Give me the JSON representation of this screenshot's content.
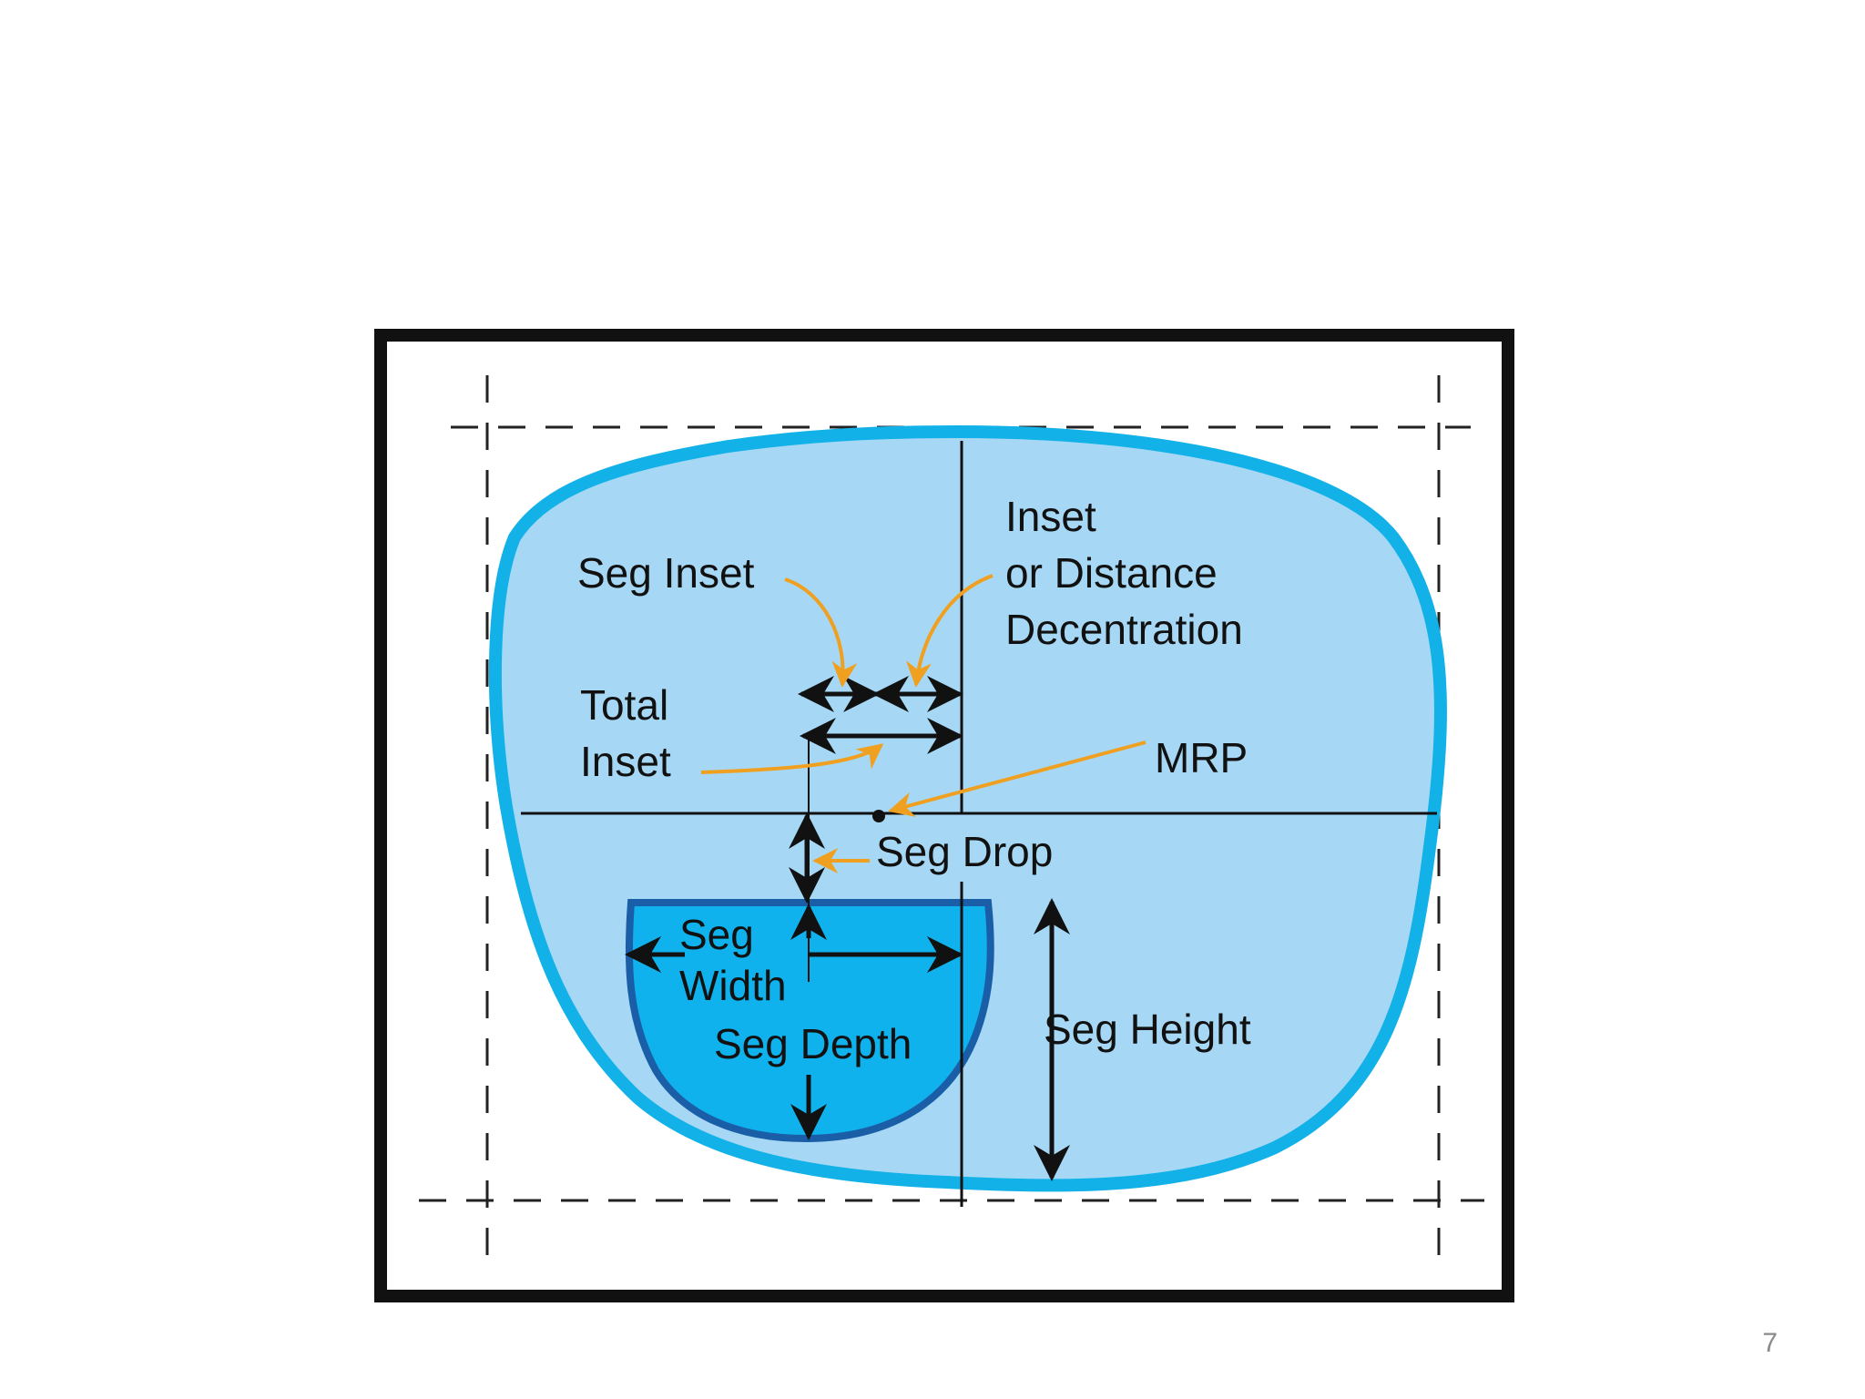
{
  "diagram": {
    "labels": {
      "inset_line1": "Inset",
      "inset_line2": "or Distance",
      "inset_line3": "Decentration",
      "seg_inset": "Seg Inset",
      "total_inset_line1": "Total",
      "total_inset_line2": "Inset",
      "mrp": "MRP",
      "seg_drop": "Seg Drop",
      "seg_width_line1": "Seg",
      "seg_width_line2": "Width",
      "seg_depth": "Seg Depth",
      "seg_height": "Seg Height"
    },
    "colors": {
      "lens_fill": "#a6d8f5",
      "lens_outline": "#12b1e8",
      "segment_fill": "#0fb2ec",
      "segment_outline": "#1a5ea8",
      "callout_arrow": "#f0a020",
      "dimension_arrow": "#111111",
      "frame_border": "#111111"
    }
  },
  "page_number": "7"
}
